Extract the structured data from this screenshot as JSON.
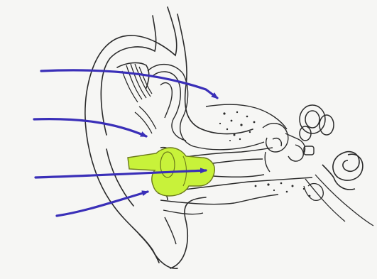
{
  "diagram": {
    "colors": {
      "background": "#f7f7f5",
      "ink": "#2a2a2a",
      "arrow": "#3a2fb8",
      "earplug": "#c8f23a",
      "earplug_outline": "#6b7a1a"
    },
    "elements": {
      "outer_ear": "outer-ear-pinna",
      "ear_canal": "ear-canal",
      "earplug": "foam-earplug",
      "middle_ear": "middle-ear-ossicles",
      "cochlea": "cochlea-spiral",
      "sound_arrows": 4
    }
  }
}
